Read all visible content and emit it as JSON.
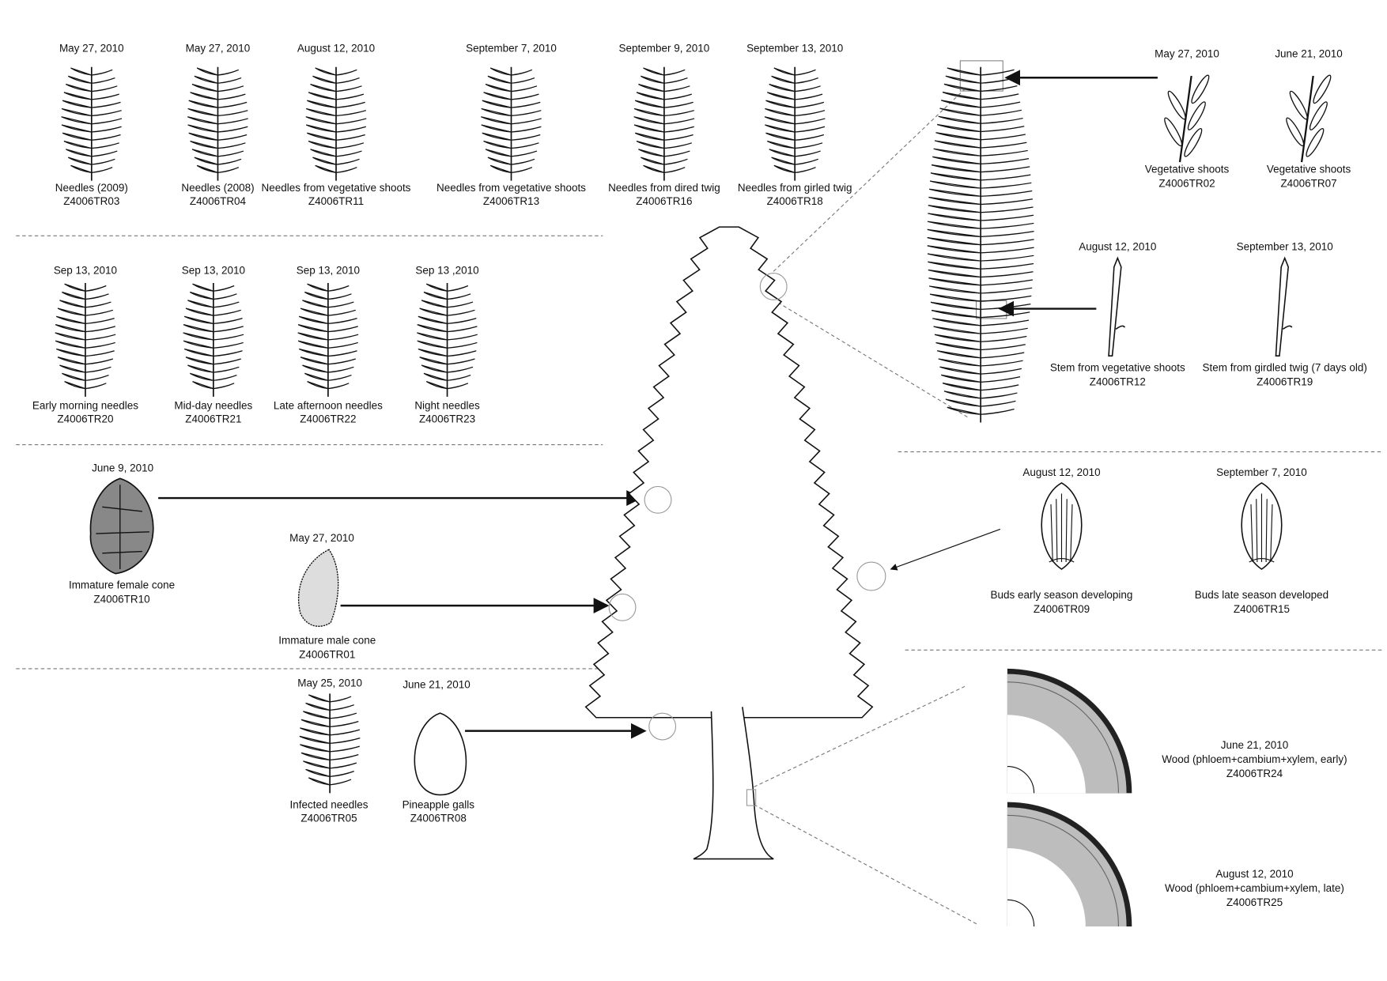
{
  "needles_row1": [
    {
      "date": "May 27, 2010",
      "label": "Needles (2009)",
      "id": "Z4006TR03"
    },
    {
      "date": "May 27, 2010",
      "label": "Needles (2008)",
      "id": "Z4006TR04"
    },
    {
      "date": "August 12, 2010",
      "label": "Needles from vegetative shoots",
      "id": "Z4006TR11"
    },
    {
      "date": "September 7, 2010",
      "label": "Needles from vegetative shoots",
      "id": "Z4006TR13"
    },
    {
      "date": "September 9, 2010",
      "label": "Needles from dired twig",
      "id": "Z4006TR16"
    },
    {
      "date": "September 13, 2010",
      "label": "Needles from girled twig",
      "id": "Z4006TR18"
    }
  ],
  "needles_row2": [
    {
      "date": "Sep 13, 2010",
      "label": "Early morning needles",
      "id": "Z4006TR20"
    },
    {
      "date": "Sep 13, 2010",
      "label": "Mid-day needles",
      "id": "Z4006TR21"
    },
    {
      "date": "Sep 13, 2010",
      "label": "Late afternoon needles",
      "id": "Z4006TR22"
    },
    {
      "date": "Sep 13 ,2010",
      "label": "Night needles",
      "id": "Z4006TR23"
    }
  ],
  "cones": [
    {
      "date": "June 9, 2010",
      "label": "Immature female cone",
      "id": "Z4006TR10"
    },
    {
      "date": "May 27, 2010",
      "label": "Immature male cone",
      "id": "Z4006TR01"
    }
  ],
  "bottom": [
    {
      "date": "May 25, 2010",
      "label": "Infected needles",
      "id": "Z4006TR05"
    },
    {
      "date": "June 21, 2010",
      "label": "Pineapple galls",
      "id": "Z4006TR08"
    }
  ],
  "shoots": [
    {
      "date": "May 27, 2010",
      "label": "Vegetative shoots",
      "id": "Z4006TR02"
    },
    {
      "date": "June 21, 2010",
      "label": "Vegetative shoots",
      "id": "Z4006TR07"
    }
  ],
  "stems": [
    {
      "date": "August 12, 2010",
      "label": "Stem from vegetative shoots",
      "id": "Z4006TR12"
    },
    {
      "date": "September 13, 2010",
      "label": "Stem from girdled twig (7 days old)",
      "id": "Z4006TR19"
    }
  ],
  "buds": [
    {
      "date": "August 12, 2010",
      "label": "Buds early season developing",
      "id": "Z4006TR09"
    },
    {
      "date": "September 7, 2010",
      "label": "Buds late season developed",
      "id": "Z4006TR15"
    }
  ],
  "wood": [
    {
      "date": "June 21, 2010",
      "label": "Wood (phloem+cambium+xylem, early)",
      "id": "Z4006TR24"
    },
    {
      "date": "August 12, 2010",
      "label": "Wood (phloem+cambium+xylem, late)",
      "id": "Z4006TR25"
    }
  ],
  "colors": {
    "ink": "#111111",
    "wood": "#bdbdbd",
    "divider": "#777777"
  }
}
